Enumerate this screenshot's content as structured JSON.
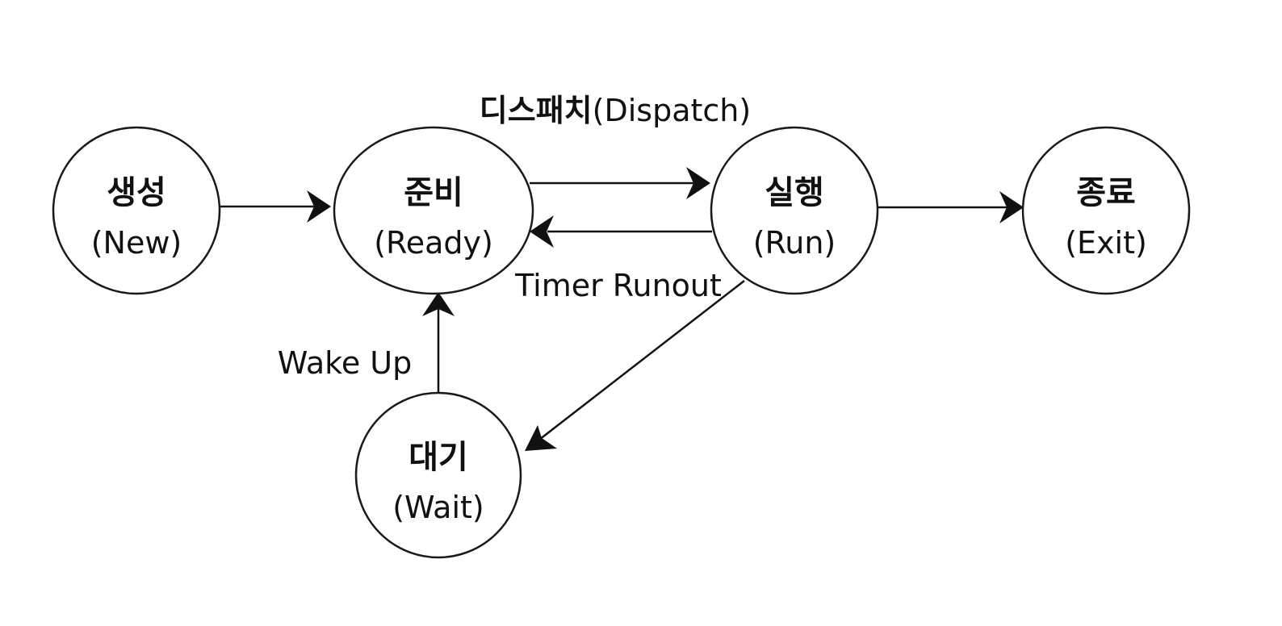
{
  "states": {
    "new": {
      "ko": "생성",
      "en": "(New)"
    },
    "ready": {
      "ko": "준비",
      "en": "(Ready)"
    },
    "run": {
      "ko": "실행",
      "en": "(Run)"
    },
    "exit": {
      "ko": "종료",
      "en": "(Exit)"
    },
    "wait": {
      "ko": "대기",
      "en": "(Wait)"
    }
  },
  "transitions": {
    "dispatch": {
      "ko": "디스패치",
      "en": "(Dispatch)"
    },
    "timer_runout": "Timer Runout",
    "wake_up": "Wake Up"
  },
  "colors": {
    "stroke": "#1a1a1a",
    "fill": "#ffffff",
    "text": "#111111"
  }
}
